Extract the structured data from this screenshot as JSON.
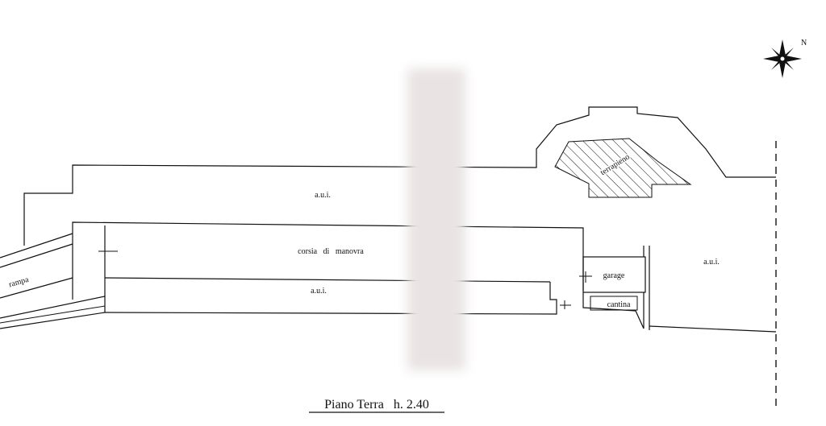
{
  "plan": {
    "labels": {
      "aui_top": "a.u.i.",
      "corsia": "corsia   di   manovra",
      "aui_mid": "a.u.i.",
      "aui_right": "a.u.i.",
      "garage": "garage",
      "cantina": "cantina",
      "terrapieno": "terrapieno",
      "rampa": "rampa"
    },
    "title": "Piano Terra   h. 2.40",
    "compass": {
      "label": "N"
    },
    "colors": {
      "line": "#111111",
      "blur": "#e9e3e3"
    }
  }
}
